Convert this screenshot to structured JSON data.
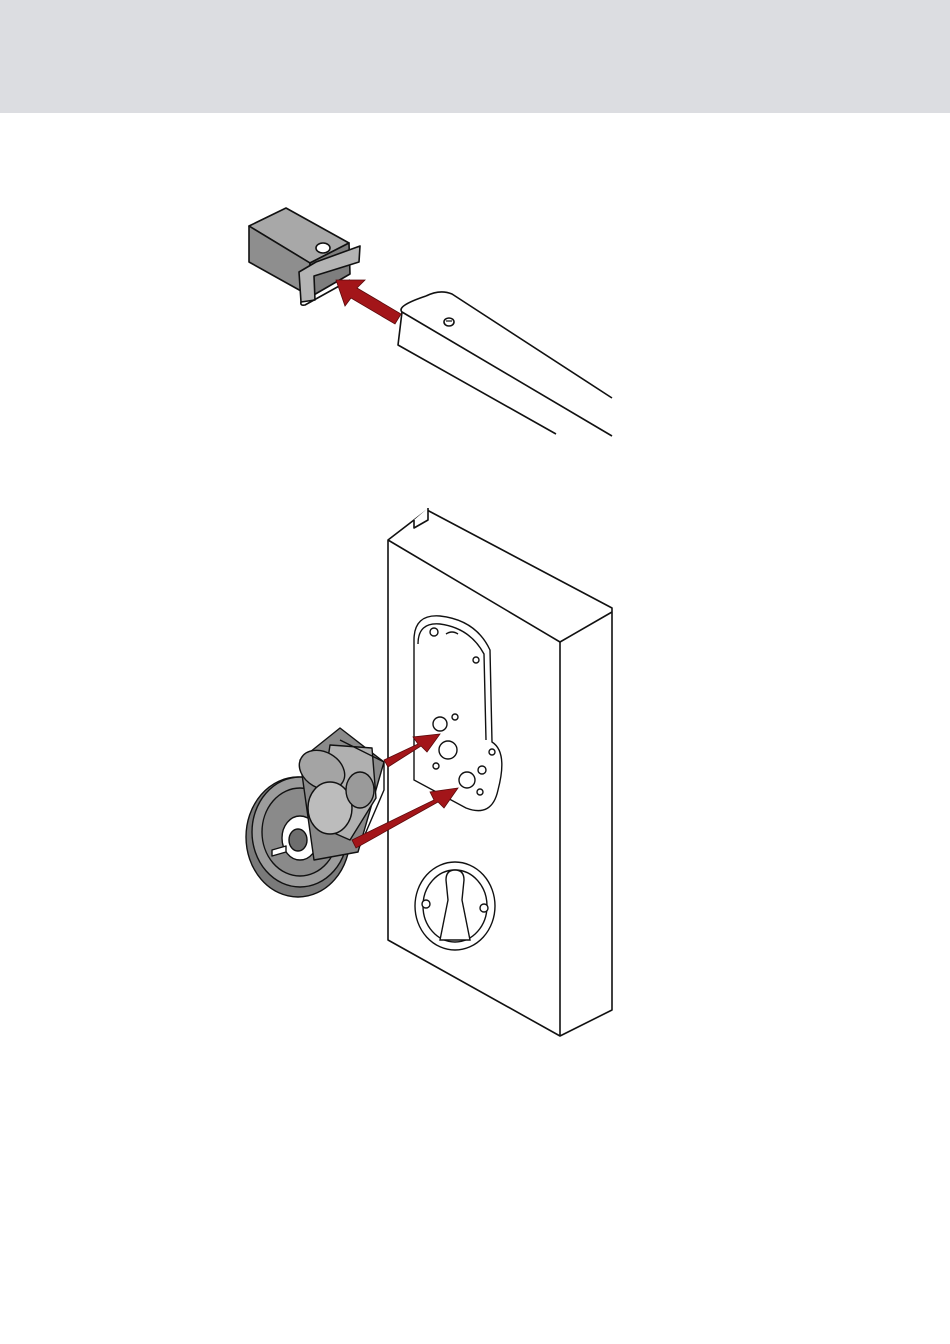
{
  "colors": {
    "header_band": "#dcdde1",
    "arrow": "#a31519",
    "line_art": "#111111",
    "shaded_part": "#9a9a9a",
    "shaded_part_dark": "#6e6e6e",
    "background": "#ffffff"
  },
  "figures": [
    {
      "name": "step-1-bracket-assembly",
      "parts": [
        "square-bracket",
        "spindle-tube",
        "insert-arrow"
      ]
    },
    {
      "name": "step-2-lock-mounting",
      "parts": [
        "door-panel",
        "mounting-plate",
        "cylinder-escutcheon",
        "lock-module",
        "insert-arrow-upper",
        "insert-arrow-lower"
      ]
    }
  ]
}
